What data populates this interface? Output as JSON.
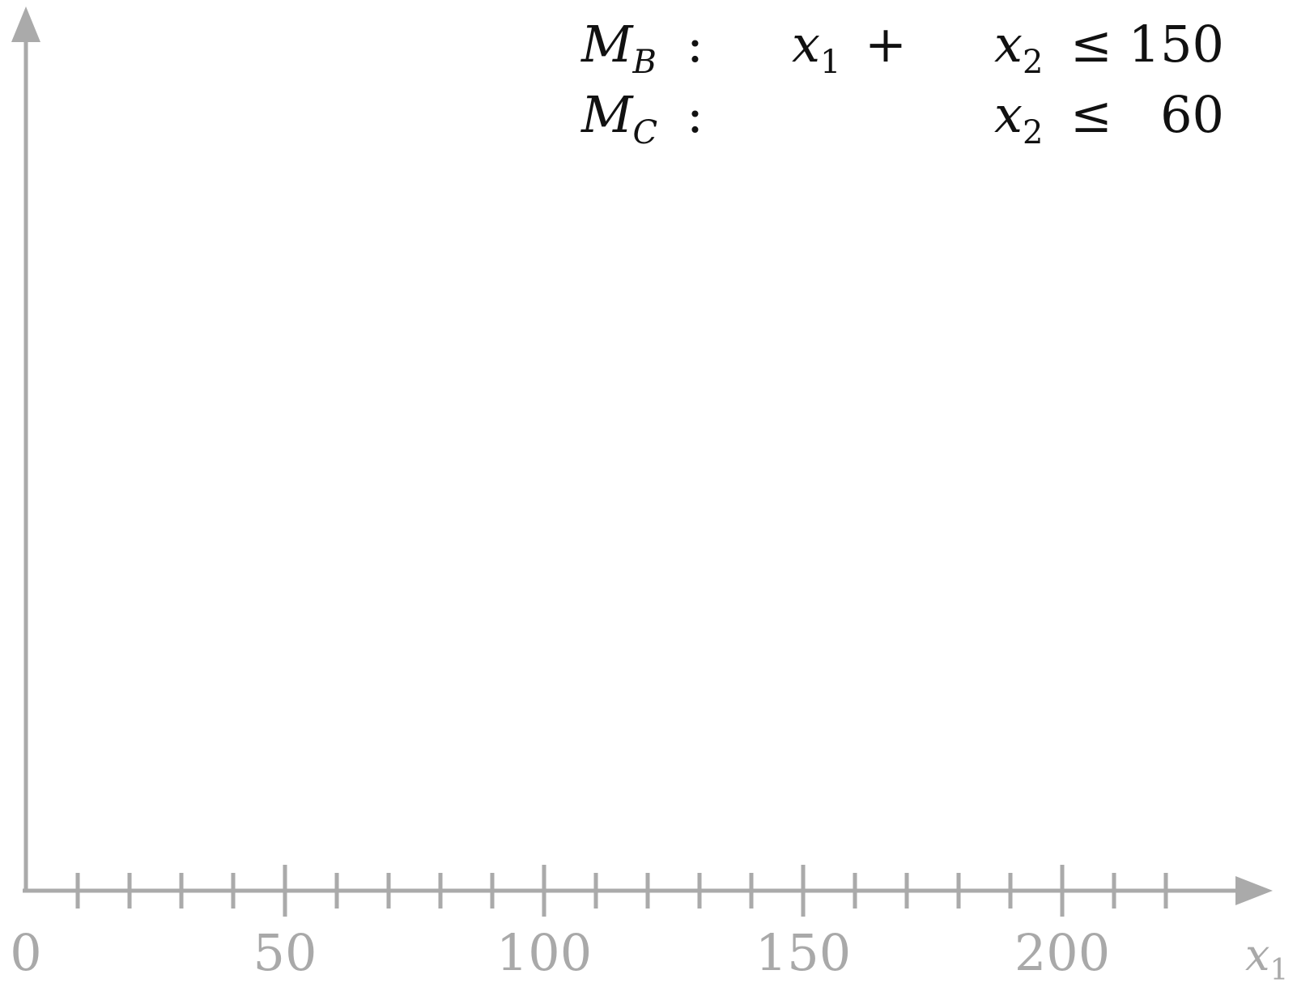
{
  "constraints": [
    {
      "name_main": "M",
      "name_sub": "B",
      "colon": ":",
      "t1_var": "x",
      "t1_sub": "1",
      "op": "+",
      "t2_var": "x",
      "t2_sub": "2",
      "rel": "≤",
      "rhs": "150"
    },
    {
      "name_main": "M",
      "name_sub": "C",
      "colon": ":",
      "t1_var": "",
      "t1_sub": "",
      "op": "",
      "t2_var": "x",
      "t2_sub": "2",
      "rel": "≤",
      "rhs": "60"
    }
  ],
  "chart_data": {
    "type": "scatter",
    "x": [],
    "series": [],
    "xlabel": "x1",
    "xlabel_main": "x",
    "xlabel_sub": "1",
    "xlim": [
      0,
      240
    ],
    "x_major_ticks": [
      0,
      50,
      100,
      150,
      200
    ],
    "x_minor_step": 10,
    "x_minor_max": 220,
    "x_tick_labels": [
      "0",
      "50",
      "100",
      "150",
      "200"
    ],
    "y_axis": "arrow-only",
    "grid": false,
    "colors": {
      "axis": "#aaaaaa",
      "text": "#111111",
      "tick_label": "#a9a9a9"
    }
  }
}
